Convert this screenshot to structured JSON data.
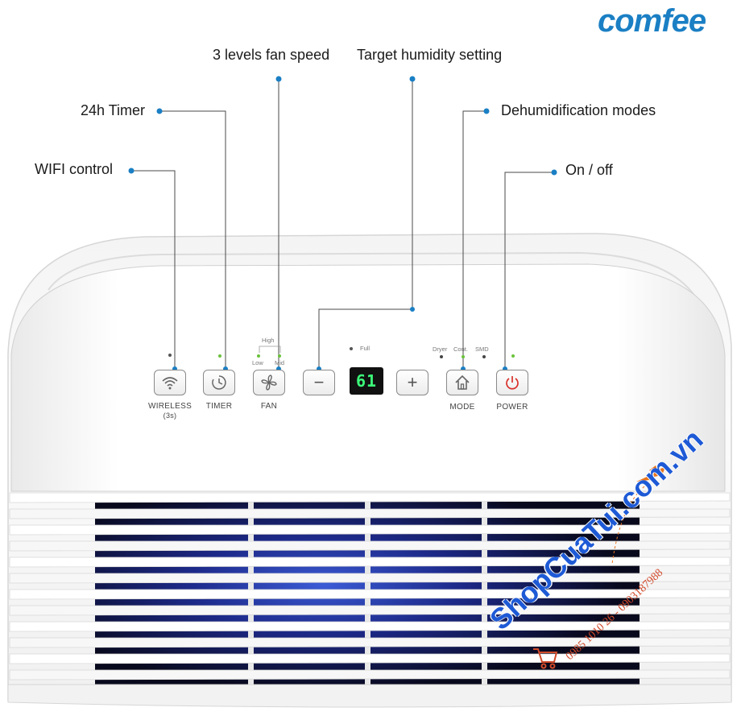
{
  "brand": "comfee",
  "callouts": {
    "fan_speed": "3 levels fan speed",
    "target_humidity": "Target humidity setting",
    "timer": "24h Timer",
    "modes": "Dehumidification modes",
    "wifi": "WIFI control",
    "power": "On / off"
  },
  "panel": {
    "wireless_label": "WIRELESS",
    "wireless_sub": "(3s)",
    "timer_label": "TIMER",
    "fan_label": "FAN",
    "fan_high": "High",
    "fan_low": "Low",
    "fan_mid": "Mid",
    "full_label": "Full",
    "display_value": "61",
    "minus": "−",
    "plus": "+",
    "mode_label": "MODE",
    "mode_dryer": "Dryer",
    "mode_cont": "Cont.",
    "mode_smd": "SMD",
    "power_label": "POWER"
  },
  "watermark": {
    "site": "ShopCuaTui.com.vn",
    "phones": "0985 1010 26 - 0903187988"
  },
  "colors": {
    "brand_blue": "#1a7fc4",
    "callout_dot": "#1a7fc4",
    "led_green": "#6ac23a",
    "power_red": "#d9332b",
    "display_green": "#3cff7a"
  }
}
